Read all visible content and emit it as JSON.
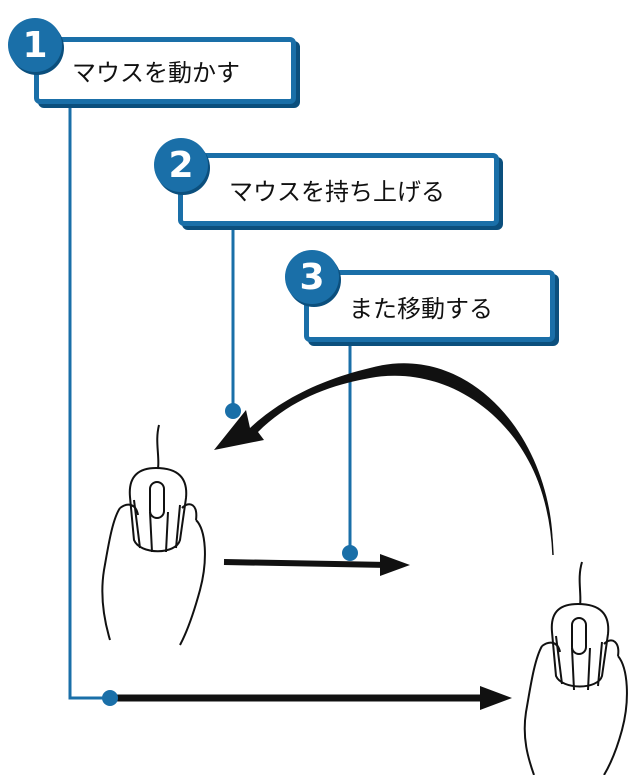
{
  "steps": [
    {
      "number": "1",
      "label": "マウスを動かす"
    },
    {
      "number": "2",
      "label": "マウスを持ち上げる"
    },
    {
      "number": "3",
      "label": "また移動する"
    }
  ],
  "colors": {
    "accent": "#1a6fa8",
    "arrow": "#111111",
    "background": "#ffffff"
  },
  "icons": [
    "mouse-in-hand-icon",
    "arrow-icon",
    "curved-arrow-icon"
  ]
}
